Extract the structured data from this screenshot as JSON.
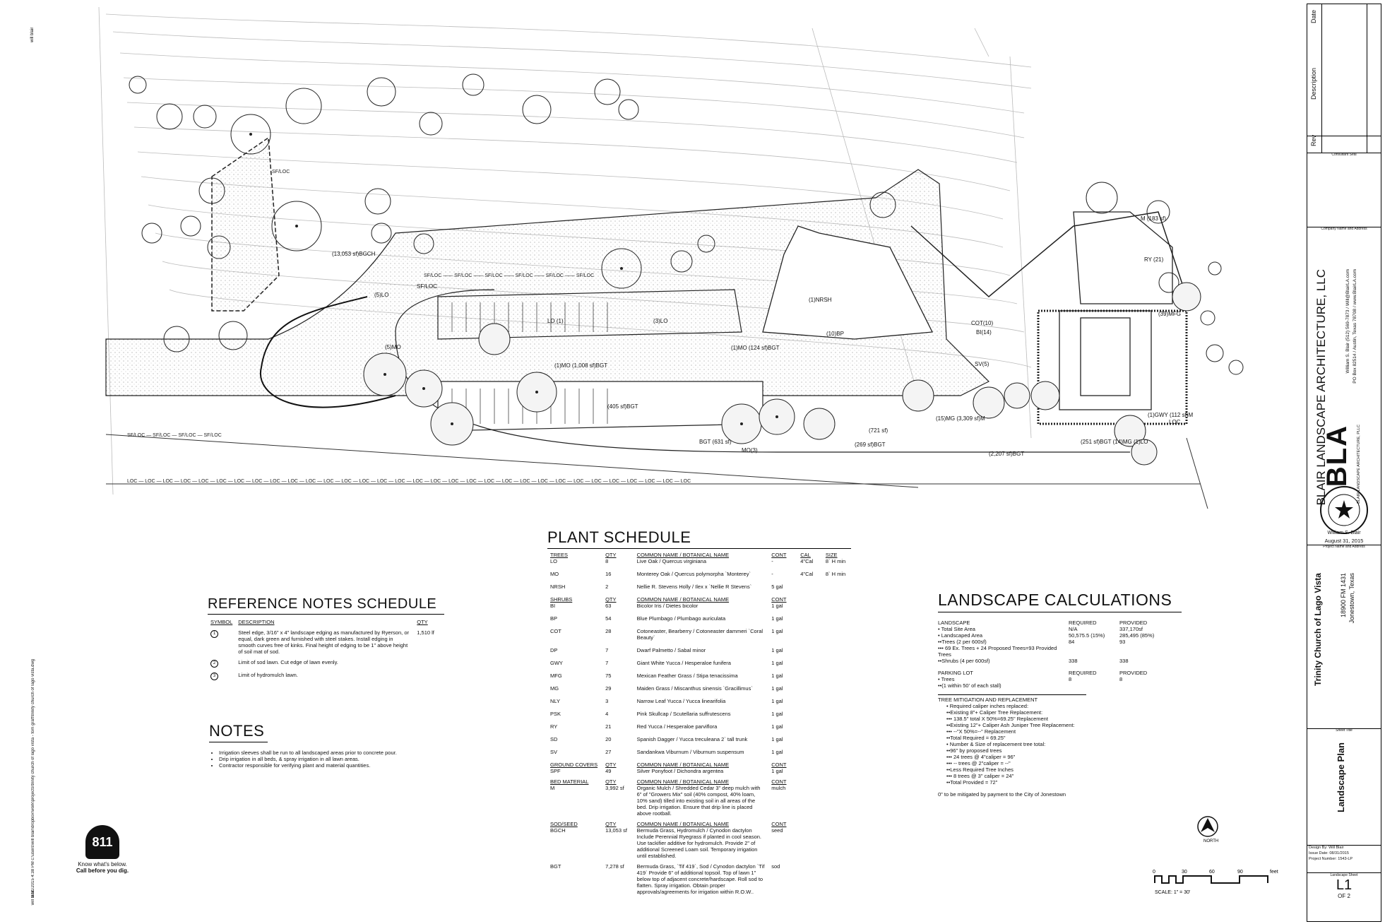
{
  "plan_labels": {
    "sod_area": "(13,053 sf)BGCH",
    "lo5": "(5)LO",
    "mo5": "(5)MO",
    "lo1": "LO (1)",
    "lo3": "(3)LO",
    "mo1_bgt": "(1)MO (1,008 sf)BGT",
    "bgt405": "(405 sf)BGT",
    "mo1b": "(1)MO (124 sf)BGT",
    "bgt631": "BGT (631 sf)",
    "mo3": "MO(3)",
    "bgt269": "(269 sf)BGT",
    "bgt721": "(721 sf)",
    "bgt2207": "(2,207 sf)BGT",
    "mg15": "(15)MG (3,309 sf)M",
    "bgt251": "(251 sf)BGT (14)MG (1)LO",
    "cot10": "COT(10)",
    "bi14": "BI(14)",
    "sv5": "SV(5)",
    "nrsh": "(1)NRSH",
    "bp10": "(10)BP",
    "gwy": "(1)GWY (112 sf)M",
    "m183": "M (183 sf)",
    "ry21": "RY (21)",
    "mfg39": "(39)MFG",
    "loc": "LOC",
    "sf_loc": "SF/LOC"
  },
  "plant_schedule": {
    "title": "PLANT SCHEDULE",
    "trees_header": [
      "TREES",
      "QTY",
      "COMMON NAME / BOTANICAL NAME",
      "CONT",
      "CAL",
      "SIZE"
    ],
    "trees": [
      [
        "LO",
        "8",
        "Live Oak / Quercus virginiana",
        "-",
        "4\"Cal",
        "8` H min"
      ],
      [
        "MO",
        "16",
        "Monterey Oak / Quercus polymorpha `Monterey`",
        "-",
        "4\"Cal",
        "8` H min"
      ],
      [
        "NRSH",
        "2",
        "Nellie R. Stevens Holly / Ilex x `Nellie R Stevens`",
        "5 gal",
        "",
        ""
      ]
    ],
    "shrubs_header": [
      "SHRUBS",
      "QTY",
      "COMMON NAME / BOTANICAL NAME",
      "CONT"
    ],
    "shrubs": [
      [
        "BI",
        "63",
        "Bicolor Iris / Dietes bicolor",
        "1 gal"
      ],
      [
        "BP",
        "54",
        "Blue Plumbago / Plumbago auriculata",
        "1 gal"
      ],
      [
        "COT",
        "28",
        "Cotoneaster, Bearberry / Cotoneaster dammeri `Coral Beauty`",
        "1 gal"
      ],
      [
        "DP",
        "7",
        "Dwarf Palmetto / Sabal minor",
        "1 gal"
      ],
      [
        "GWY",
        "7",
        "Giant White Yucca / Hesperaloe funifera",
        "1 gal"
      ],
      [
        "MFG",
        "75",
        "Mexican Feather Grass / Stipa tenacissima",
        "1 gal"
      ],
      [
        "MG",
        "29",
        "Maiden Grass / Miscanthus sinensis `Gracillimus`",
        "1 gal"
      ],
      [
        "NLY",
        "3",
        "Narrow Leaf Yucca / Yucca linearifolia",
        "1 gal"
      ],
      [
        "PSK",
        "4",
        "Pink Skullcap / Scutellaria suffrutescens",
        "1 gal"
      ],
      [
        "RY",
        "21",
        "Red Yucca / Hesperaloe parviflora",
        "1 gal"
      ],
      [
        "SD",
        "20",
        "Spanish Dagger / Yucca treculeana 2` tall trunk",
        "1 gal"
      ],
      [
        "SV",
        "27",
        "Sandankwa Viburnum / Viburnum suspensum",
        "1 gal"
      ]
    ],
    "gc_header": [
      "GROUND COVERS",
      "QTY",
      "COMMON NAME / BOTANICAL NAME",
      "CONT"
    ],
    "gc": [
      [
        "SPF",
        "49",
        "Silver Ponyfoot / Dichondra argentea",
        "1 gal"
      ]
    ],
    "bed_header": [
      "BED MATERIAL",
      "QTY",
      "COMMON NAME / BOTANICAL NAME",
      "CONT"
    ],
    "bed": [
      [
        "M",
        "3,992 sf",
        "Organic Mulch / Shredded Cedar 3\" deep mulch with 6\" of \"Growers Mix\" soil (40% compost, 40% loam, 10% sand) tilled into existing soil in all areas of the bed. Drip irrigation. Ensure that drip line is placed above rootball.",
        "mulch"
      ]
    ],
    "sod_header": [
      "SOD/SEED",
      "QTY",
      "COMMON NAME / BOTANICAL NAME",
      "CONT"
    ],
    "sod": [
      [
        "BGCH",
        "13,053 sf",
        "Bermuda Grass, Hydromulch / Cynodon dactylon Include Perennial Ryegrass if planted in cool season. Use tackifier additive for hydromulch. Provide 2\" of additional Screened Loam soil. Temporary irrigation until established.",
        "seed"
      ],
      [
        "BGT",
        "7,278 sf",
        "Bermuda Grass, `Tif 419`, Sod / Cynodon dactylon `Tif 419` Provide 6\" of additional topsoil. Top of lawn 1\" below top of adjacent concrete/hardscape. Roll sod to flatten. Spray irrigation. Obtain proper approvals/agreements for irrigation within R.O.W..",
        "sod"
      ]
    ]
  },
  "reference_notes": {
    "title": "REFERENCE NOTES SCHEDULE",
    "header": [
      "SYMBOL",
      "DESCRIPTION",
      "QTY"
    ],
    "rows": [
      [
        "1",
        "Steel edge, 3/16\" x 4\" landscape edging as manufactured by Ryerson, or equal, dark green and furnished with steel stakes. Install edging in smooth curves free of kinks. Final height of edging to be 1\" above height of soil mat of sod.",
        "1,510 lf"
      ],
      [
        "2",
        "Limit of sod lawn. Cut edge of lawn evenly.",
        ""
      ],
      [
        "3",
        "Limit of hydromulch lawn.",
        ""
      ]
    ]
  },
  "notes": {
    "title": "NOTES",
    "items": [
      "Irrigation sleeves shall be run to all landscaped areas prior to concrete pour.",
      "Drip irrigation in all beds, & spray irrigation in all lawn areas.",
      "Contractor responsible for verifying plant and material quantities."
    ]
  },
  "calculations": {
    "title": "LANDSCAPE CALCULATIONS",
    "landscape_header": [
      "LANDSCAPE",
      "REQUIRED",
      "PROVIDED"
    ],
    "landscape_rows": [
      [
        "• Total Site Area",
        "N/A",
        "337,170sf"
      ],
      [
        "• Landscaped Area",
        "50,575.5 (15%)",
        "285,495 (85%)"
      ],
      [
        "••Trees (2 per 600sf)",
        "84",
        "93"
      ],
      [
        "••• 69 Ex. Trees + 24 Proposed Trees=93 Provided Trees",
        "",
        ""
      ],
      [
        "••Shrubs (4 per 600sf)",
        "338",
        "338"
      ]
    ],
    "parking_header": [
      "PARKING LOT",
      "REQUIRED",
      "PROVIDED"
    ],
    "parking_rows": [
      [
        "• Trees",
        "8",
        "8"
      ],
      [
        "••(1 within 50' of each stall)",
        "",
        ""
      ]
    ],
    "mitigation_title": "TREE MITIGATION AND REPLACEMENT",
    "mitigation_lines": [
      "• Required caliper inches replaced:",
      "••Existing 8\"+ Caliper Tree Replacement:",
      "••• 138.5\" total X 50%=69.25\" Replacement",
      "••Existing 12\"+ Caliper Ash Juniper Tree Replacement:",
      "••• --\"X 50%=--\" Replacement",
      "••Total Required = 69.25\"",
      "• Number & Size of replacement tree total:",
      "••96\" by proposed trees",
      "••• 24 trees @ 4\"caliper = 96\"",
      "••• -- trees @ 2\"caliper = --\"",
      "••Less Required Tree Inches",
      "••• 8 trees @ 3\" caliper = 24\"",
      "••Total Provided = 72\""
    ],
    "footer": "0\" to be mitigated by payment to the City of Jonestown"
  },
  "scale": {
    "ticks": [
      "0",
      "30",
      "60",
      "90",
      "feet"
    ],
    "label": "SCALE: 1\" = 30'",
    "north": "NORTH"
  },
  "call811": {
    "logo": "811",
    "line1": "Know what's below.",
    "line2": "Call before you dig."
  },
  "side_text": {
    "plot": "8/31/2015 4:38 PM  c:\\users\\will blair\\dropbox\\work\\projects\\trinity church of lago vista - tom graft\\trinity church of lago vista.dwg",
    "user": "will blair",
    "user_top": "will blair"
  },
  "title_block": {
    "rev_header": [
      "Rev",
      "Description",
      "Date"
    ],
    "consultant_seal": "Consultant Seal",
    "company_label": "Company Name and Address",
    "company_name": "BLAIR LANDSCAPE ARCHITECTURE, LLC",
    "company_contact": "William S. Blair (512) 569-7873 / Will@BlairLA.com",
    "company_address": "PO Box 82514 / Austin, Texas 78708 / www.BlairLA.com",
    "logo_text": "BLA",
    "logo_sub": "BLAIR LANDSCAPE ARCHITECTURE, PLLC",
    "seal_name": "William S. Blair",
    "seal_date": "August 31, 2015",
    "project_label": "Project Name and Address",
    "project_name": "Trinity Church of Lago Vista",
    "project_address": "18900 FM 1431",
    "project_city": "Jonestown, Texas",
    "sheet_title_label": "Sheet Title",
    "sheet_title": "Landscape Plan",
    "design_by": "Design By: Will Blair",
    "issue_date": "Issue Date: 08/31/2015",
    "project_number": "Project Number: 1543-LP",
    "sheet_label": "Landscape Sheet",
    "sheet_number": "L1",
    "sheet_of": "OF 2"
  }
}
